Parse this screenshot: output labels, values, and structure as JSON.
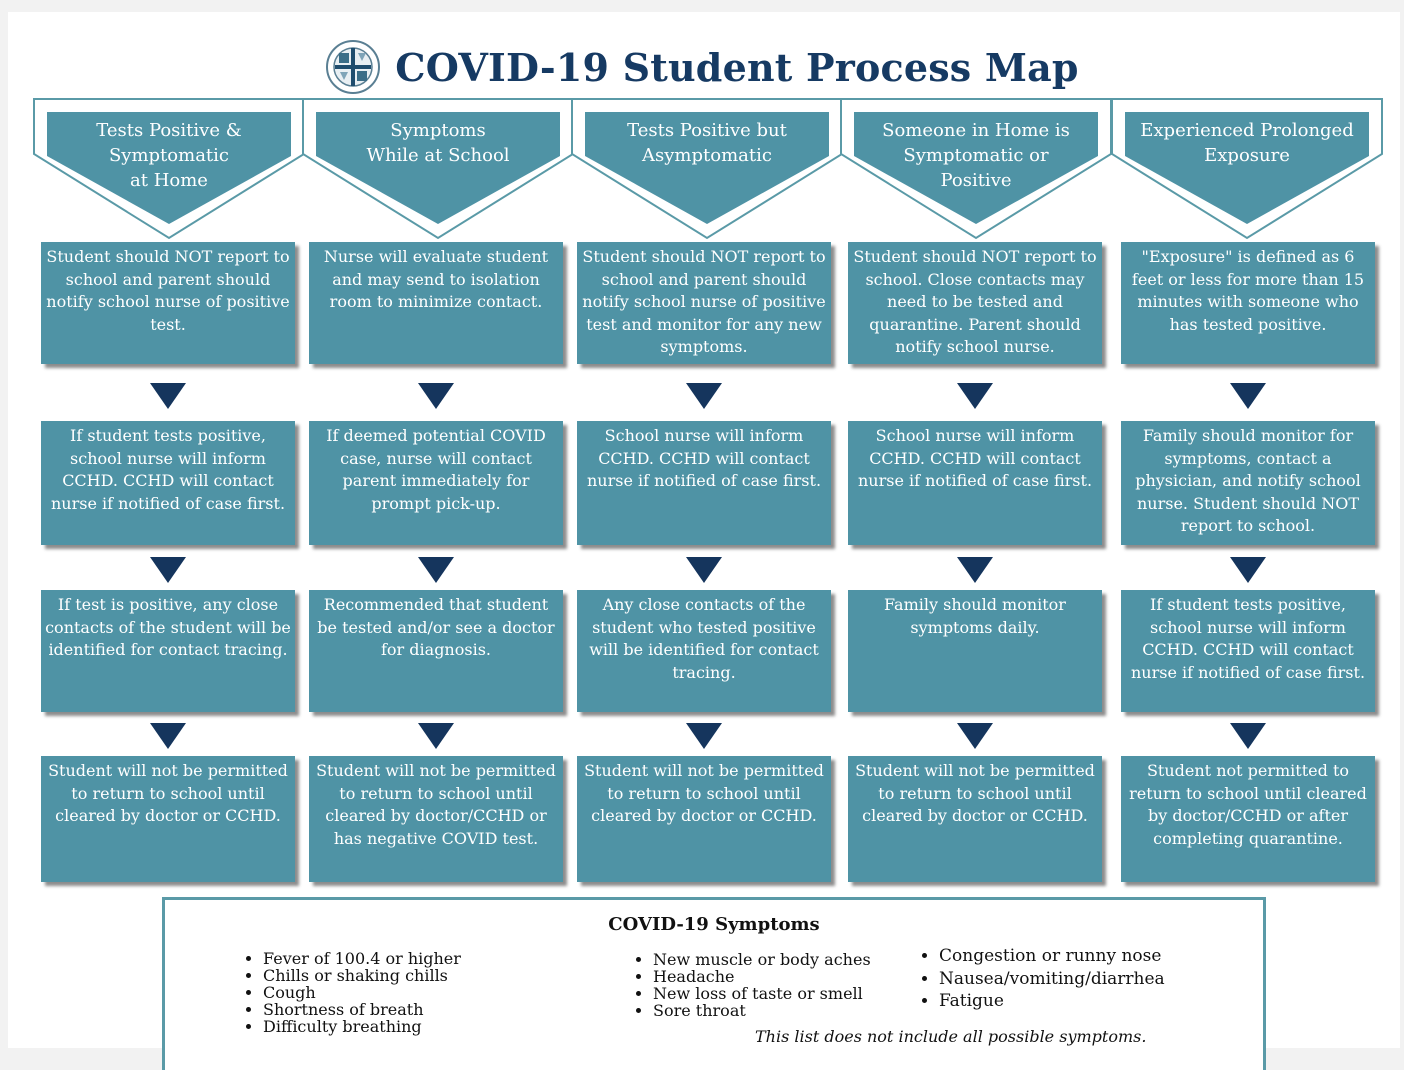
{
  "header": {
    "title": "COVID-19 Student Process Map"
  },
  "colors": {
    "navy": "#15355d",
    "teal": "#4f93a5",
    "outline": "#5a9aa7"
  },
  "icons": {
    "logo": "county-public-schools-logo"
  },
  "columns": [
    {
      "heading": "Tests Positive &\nSymptomatic\nat Home",
      "steps": [
        "Student should NOT report to school and parent should notify school nurse of positive test.",
        "If student tests positive, school nurse will inform CCHD. CCHD will contact nurse if notified of case first.",
        "If test is positive, any close contacts of the student will be identified for contact tracing.",
        "Student will not be permitted to return to school until cleared by doctor or CCHD."
      ]
    },
    {
      "heading": "Symptoms\nWhile at School",
      "steps": [
        "Nurse will evaluate student and may send to isolation room to minimize contact.",
        "If deemed potential COVID case, nurse will contact parent immediately for prompt pick-up.",
        "Recommended that student be tested and/or see a doctor for diagnosis.",
        "Student will not be permitted to return to school until cleared by doctor/CCHD or has negative COVID test."
      ]
    },
    {
      "heading": "Tests Positive but\nAsymptomatic",
      "steps": [
        "Student should NOT report to school and parent should notify school nurse of positive test and monitor for any new symptoms.",
        "School nurse will inform CCHD. CCHD will contact nurse if notified of case first.",
        "Any close contacts of the student who tested positive will be identified for contact tracing.",
        "Student will not be permitted to return to school until cleared by doctor or CCHD."
      ]
    },
    {
      "heading": "Someone in Home is\nSymptomatic or\nPositive",
      "steps": [
        "Student should NOT report to school. Close contacts may need to be tested and quarantine. Parent should notify school nurse.",
        "School nurse will inform CCHD. CCHD will contact nurse if notified of case first.",
        "Family should monitor symptoms daily.",
        "Student will not be permitted to return to school until cleared by doctor or CCHD."
      ]
    },
    {
      "heading": "Experienced Prolonged\nExposure",
      "steps": [
        "\"Exposure\" is defined as 6 feet or less for more than 15 minutes with someone who has tested positive.",
        "Family should monitor for symptoms, contact a physician, and notify school nurse. Student should NOT report to school.",
        "If student tests positive, school nurse will inform CCHD. CCHD will contact nurse if notified of case first.",
        "Student not permitted to return to school until cleared by doctor/CCHD or after completing quarantine."
      ]
    }
  ],
  "symptoms": {
    "title": "COVID-19 Symptoms",
    "col1": [
      "Fever of 100.4 or higher",
      "Chills or shaking chills",
      "Cough",
      "Shortness of breath",
      "Difficulty breathing"
    ],
    "col2": [
      "New muscle or body aches",
      "Headache",
      "New loss of taste or smell",
      "Sore throat"
    ],
    "col3": [
      "Congestion or runny nose",
      "Nausea/vomiting/diarrhea",
      "Fatigue"
    ],
    "note": "This list does not include all possible symptoms."
  }
}
